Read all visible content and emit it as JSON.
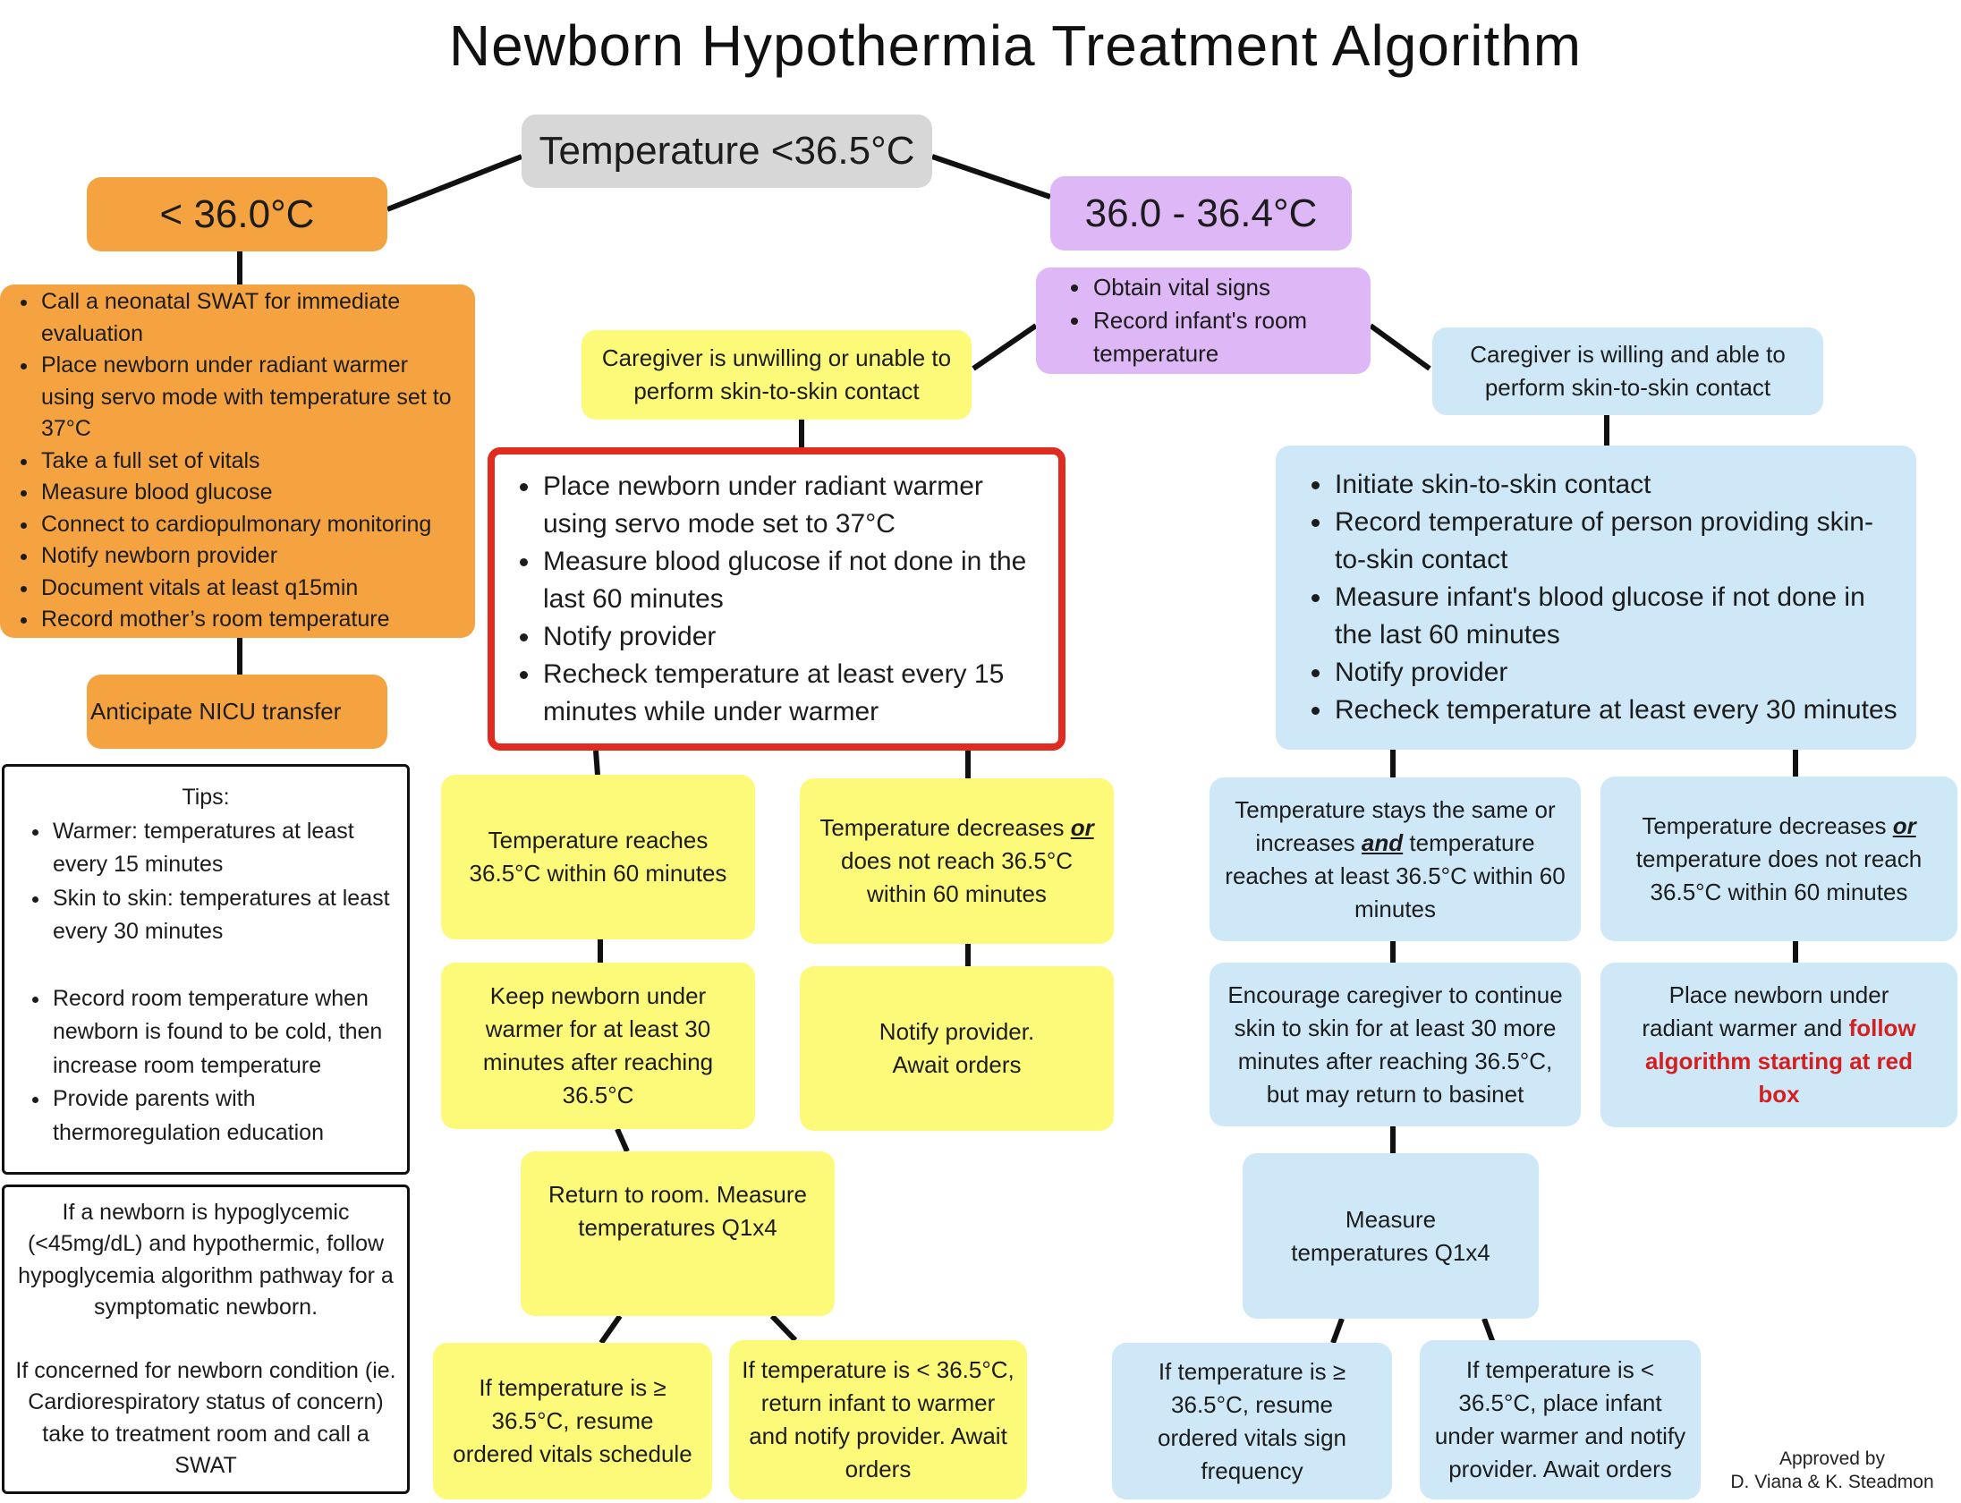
{
  "title": "Newborn Hypothermia Treatment Algorithm",
  "root": "Temperature <36.5°C",
  "low_branch": {
    "header": "< 36.0°C",
    "actions": [
      "Call a neonatal SWAT for immediate evaluation",
      "Place newborn under radiant warmer using servo mode with temperature set to 37°C",
      "Take a full set of vitals",
      "Measure blood glucose",
      "Connect to cardiopulmonary monitoring",
      "Notify newborn provider",
      "Document vitals at least q15min",
      "Record mother’s room temperature"
    ],
    "next": "Anticipate NICU transfer"
  },
  "mid_branch": {
    "header": "36.0 - 36.4°C",
    "actions": [
      "Obtain vital signs",
      "Record infant's room temperature"
    ]
  },
  "unwilling": {
    "header": "Caregiver is unwilling or unable to perform skin-to-skin contact",
    "red_box": [
      "Place newborn under radiant warmer using servo mode set to 37°C",
      "Measure blood glucose if not done in the last 60 minutes",
      "Notify provider",
      "Recheck temperature at least every 15 minutes while under warmer"
    ],
    "reaches": "Temperature reaches 36.5°C within 60 minutes",
    "decreases": {
      "part1": "Temperature decreases",
      "or": "or",
      "part2": "does not reach 36.5°C within 60 minutes"
    },
    "keep": "Keep newborn under warmer for at least 30 minutes after reaching 36.5°C",
    "notify": "Notify provider. Await orders",
    "return": "Return to room. Measure temperatures Q1x4",
    "ok": "If temperature is ≥ 36.5°C, resume ordered vitals schedule",
    "low": "If temperature is < 36.5°C, return infant to warmer and notify provider. Await orders"
  },
  "willing": {
    "header": "Caregiver is willing and able to perform skin-to-skin contact",
    "actions": [
      "Initiate skin-to-skin contact",
      "Record temperature of person providing skin-to-skin contact",
      "Measure infant's blood glucose if not done in the last 60 minutes",
      "Notify provider",
      "Recheck temperature at least every 30 minutes"
    ],
    "same": {
      "part1": "Temperature stays the same or increases",
      "and": "and",
      "part2": "temperature reaches at least 36.5°C within 60 minutes"
    },
    "decreases": {
      "part1": "Temperature decreases",
      "or": "or",
      "part2": "temperature does not reach 36.5°C within 60 minutes"
    },
    "encourage": "Encourage caregiver to continue skin to skin for at least 30 more minutes after reaching 36.5°C, but may return to basinet",
    "place": {
      "part1": "Place newborn under radiant warmer and",
      "red": "follow algorithm starting at red box"
    },
    "measure": "Measure temperatures Q1x4",
    "ok": "If temperature is ≥ 36.5°C, resume ordered vitals sign frequency",
    "low": "If temperature is < 36.5°C, place infant under warmer and notify provider. Await orders"
  },
  "tips": {
    "heading": "Tips:",
    "items_a": [
      "Warmer: temperatures at least every 15 minutes",
      "Skin to skin: temperatures at least every 30 minutes"
    ],
    "items_b": [
      "Record room temperature when newborn is found to be cold, then increase room temperature",
      "Provide parents with thermoregulation education"
    ]
  },
  "notes": {
    "hypoglycemia": "If a newborn is hypoglycemic (<45mg/dL) and hypothermic, follow hypoglycemia algorithm pathway for a symptomatic newborn.",
    "concern": "If concerned for newborn condition (ie. Cardiorespiratory status of concern) take to treatment room and call a SWAT"
  },
  "approval": {
    "line1": "Approved by",
    "line2": "D. Viana & K. Steadmon"
  },
  "colors": {
    "orange": "#f5a340",
    "purple": "#ddb7f6",
    "yellow": "#fdfa79",
    "blue": "#cfe8f8",
    "grey": "#d7d7d7",
    "red_border": "#e02b20"
  }
}
